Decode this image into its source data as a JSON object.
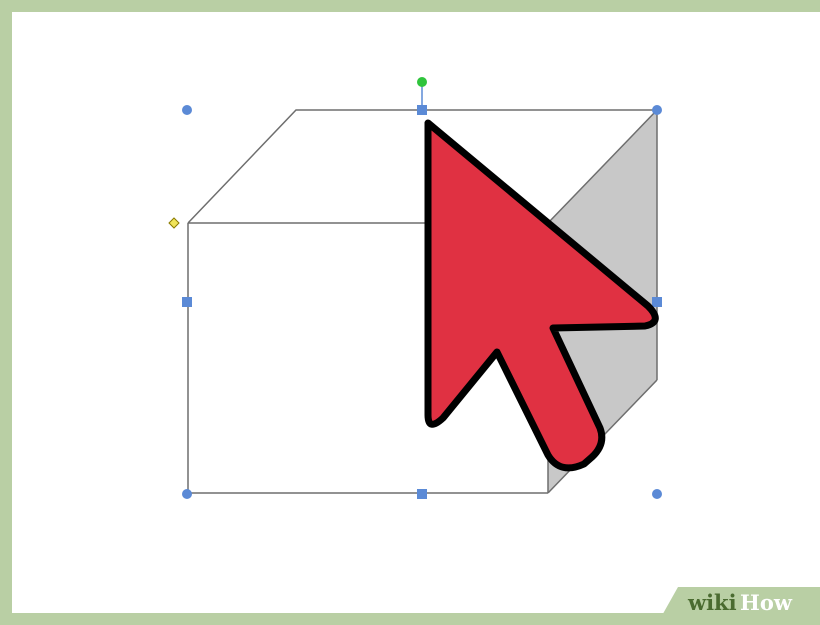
{
  "colors": {
    "frame": "#b9cfa4",
    "canvas": "#ffffff",
    "cube_edge": "#6e6e6e",
    "cube_side_shade": "#c8c8c8",
    "handle_blue": "#5b8ad6",
    "rotation_handle_green": "#2fc43c",
    "adjust_handle_yellow": "#f0e45a",
    "cursor_fill": "#e03142",
    "cursor_outline": "#000000"
  },
  "shape": {
    "name": "cube",
    "selected": true
  },
  "icons": {
    "cursor": "mouse-pointer-arrow-icon"
  },
  "watermark": {
    "text_wiki": "wiki",
    "text_how": "How"
  }
}
